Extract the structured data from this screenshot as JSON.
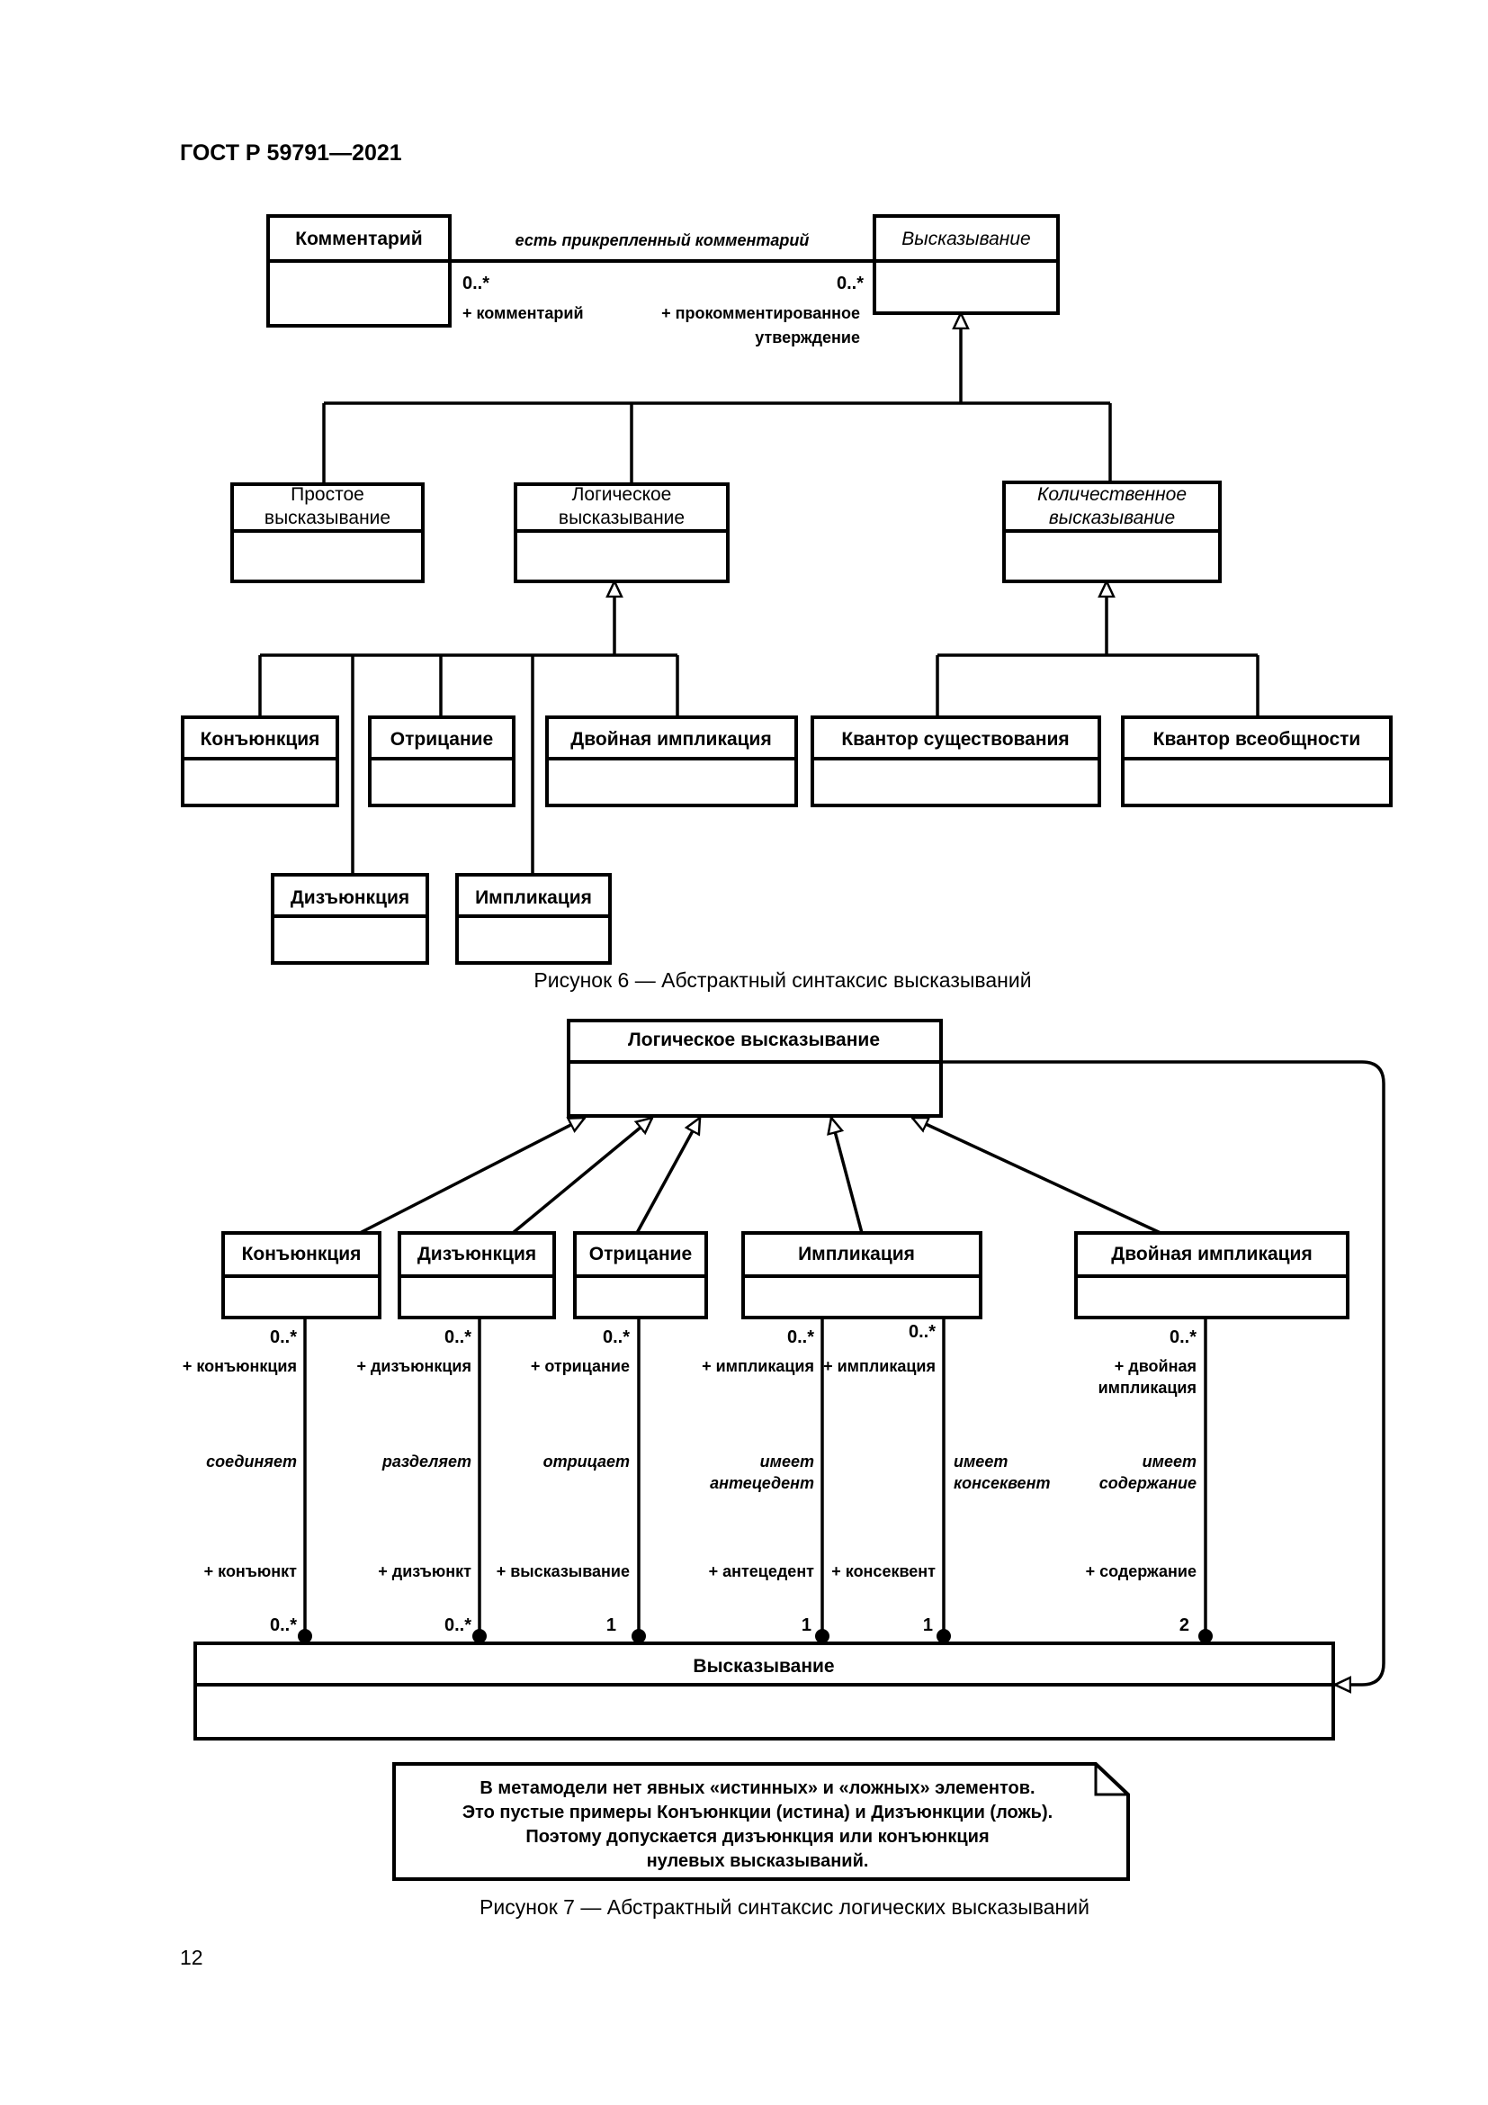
{
  "header": {
    "doc_id": "ГОСТ Р 59791—2021"
  },
  "figure6": {
    "caption": "Рисунок 6 — Абстрактный синтаксис высказываний",
    "classes": {
      "comment": "Комментарий",
      "statement": "Высказывание",
      "simple_1": "Простое",
      "simple_2": "высказывание",
      "logical_1": "Логическое",
      "logical_2": "высказывание",
      "quant_1": "Количественное",
      "quant_2": "высказывание",
      "conjunction": "Конъюнкция",
      "negation": "Отрицание",
      "biimplication": "Двойная импликация",
      "existential": "Квантор существования",
      "universal": "Квантор всеобщности",
      "disjunction": "Дизъюнкция",
      "implication": "Импликация"
    },
    "association": {
      "name": "есть прикрепленный комментарий",
      "left_mult": "0..*",
      "right_mult": "0..*",
      "left_role": "+ комментарий",
      "right_role_1": "+ прокомментированное",
      "right_role_2": "утверждение"
    }
  },
  "figure7": {
    "caption": "Рисунок 7 — Абстрактный синтаксис логических высказываний",
    "classes": {
      "logical": "Логическое высказывание",
      "conjunction": "Конъюнкция",
      "disjunction": "Дизъюнкция",
      "negation": "Отрицание",
      "implication": "Импликация",
      "biimplication": "Двойная импликация",
      "statement": "Высказывание"
    },
    "associations": {
      "conj": {
        "src_mult": "0..*",
        "src_role": "+ конъюнкция",
        "name": "соединяет",
        "dst_role": "+ конъюнкт",
        "dst_mult": "0..*"
      },
      "disj": {
        "src_mult": "0..*",
        "src_role": "+ дизъюнкция",
        "name": "разделяет",
        "dst_role": "+ дизъюнкт",
        "dst_mult": "0..*"
      },
      "neg": {
        "src_mult": "0..*",
        "src_role": "+ отрицание",
        "name": "отрицает",
        "dst_role": "+ высказывание",
        "dst_mult": "1"
      },
      "impl_a": {
        "src_mult": "0..*",
        "src_role": "+ импликация",
        "name_1": "имеет",
        "name_2": "антецедент",
        "dst_role": "+ антецедент",
        "dst_mult": "1"
      },
      "impl_c": {
        "src_mult": "0..*",
        "src_role": "+ импликация",
        "name_1": "имеет",
        "name_2": "консеквент",
        "dst_role": "+ консеквент",
        "dst_mult": "1"
      },
      "bi": {
        "src_mult": "0..*",
        "src_role_1": "+ двойная",
        "src_role_2": "импликация",
        "name_1": "имеет",
        "name_2": "содержание",
        "dst_role": "+ содержание",
        "dst_mult": "2"
      }
    },
    "note": {
      "line1": "В метамодели нет явных «истинных» и «ложных» элементов.",
      "line2": "Это пустые примеры Конъюнкции (истина) и Дизъюнкции (ложь).",
      "line3": "Поэтому допускается дизъюнкция или конъюнкция",
      "line4": "нулевых высказываний."
    }
  },
  "footer": {
    "page_number": "12"
  }
}
